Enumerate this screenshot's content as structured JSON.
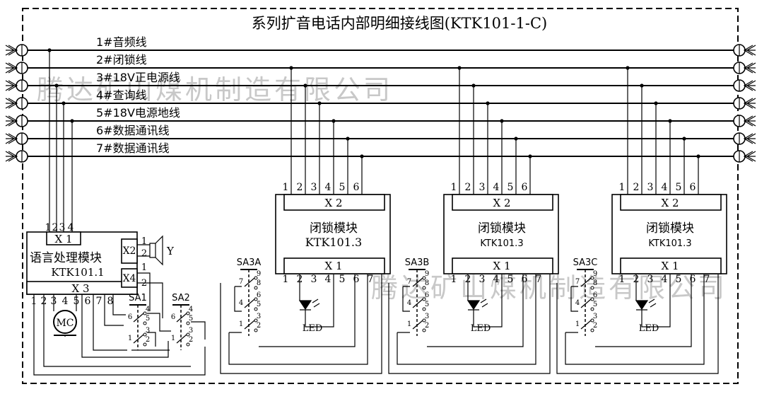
{
  "title": "系列扩音电话内部明细接线图(KTK101-1-C)",
  "watermark": "腾达矿山煤机制造有限公司",
  "lines": [
    "1#音频线",
    "2#闭锁线",
    "3#18V正电源线",
    "4#查询线",
    "5#18V电源地线",
    "6#数据通讯线",
    "7#数据通讯线"
  ],
  "voice_module": {
    "name": "语言处理模块",
    "model": "KTK101.1",
    "x1_label": "X 1",
    "x1_pins": [
      "1",
      "2",
      "3",
      "4"
    ],
    "x2_label": "X2",
    "x2_pins": [
      "1",
      "2"
    ],
    "x3_label": "X 3",
    "x3_pins": [
      "1",
      "2",
      "3",
      "4",
      "5",
      "6",
      "7",
      "8"
    ],
    "x4_label": "X4",
    "x4_pins": [
      "1",
      "2"
    ],
    "speaker_label": "Y",
    "mic_label": "MC"
  },
  "switches": {
    "sa1": {
      "label": "SA1",
      "pins": [
        "4",
        "6",
        "5",
        "1",
        "3",
        "2"
      ]
    },
    "sa2": {
      "label": "SA2",
      "pins": [
        "4",
        "6",
        "5",
        "1",
        "3",
        "2"
      ]
    }
  },
  "lock_modules": [
    {
      "name": "闭锁模块",
      "model": "KTK101.3",
      "switch_label": "SA3A"
    },
    {
      "name": "闭锁模块",
      "model": "KTK101.3",
      "switch_label": "SA3B"
    },
    {
      "name": "闭锁模块",
      "model": "KTK101.3",
      "switch_label": "SA3C"
    }
  ],
  "lock_x2_label": "X 2",
  "lock_x2_pins": [
    "1",
    "2",
    "3",
    "4",
    "5",
    "6"
  ],
  "lock_x1_label": "X 1",
  "lock_x1_pins": [
    "1",
    "2",
    "3",
    "4",
    "5",
    "6",
    "7"
  ],
  "lock_switch_pins": [
    "7",
    "9",
    "8",
    "4",
    "6",
    "5",
    "1",
    "3",
    "2"
  ],
  "led_label": "LED"
}
